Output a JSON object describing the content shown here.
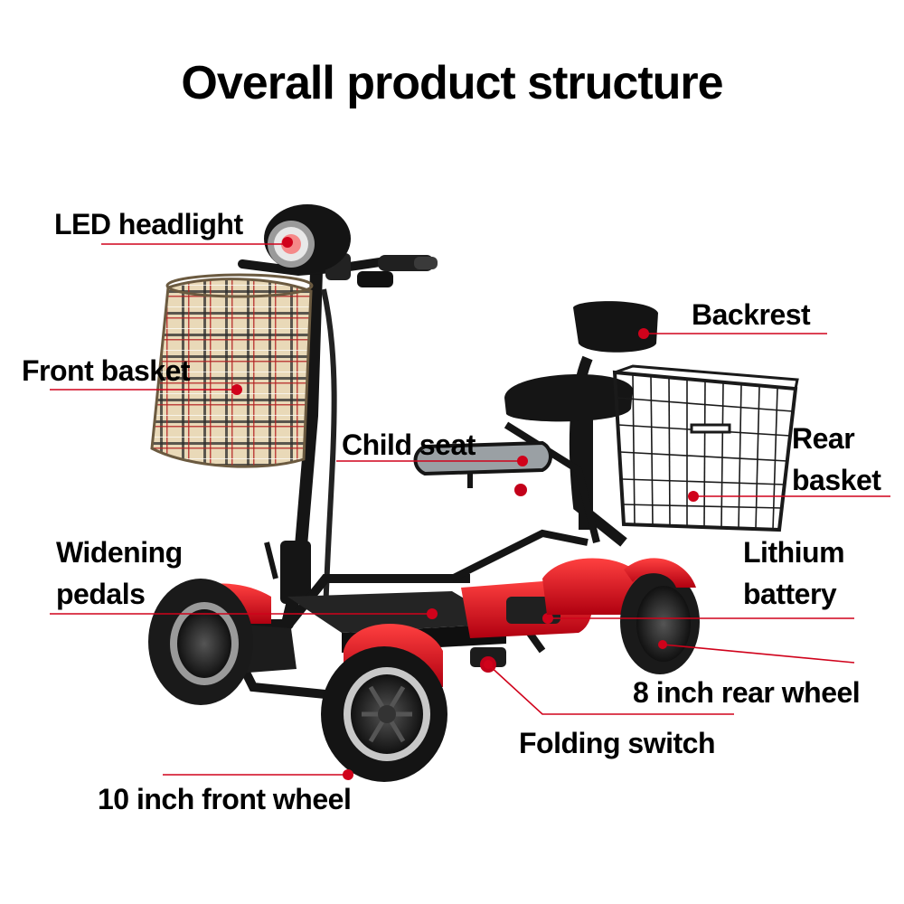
{
  "title": "Overall product structure",
  "labels": {
    "led_headlight": "LED headlight",
    "front_basket": "Front basket",
    "child_seat": "Child seat",
    "widening_pedals_1": "Widening",
    "widening_pedals_2": "pedals",
    "backrest": "Backrest",
    "rear_basket_1": "Rear",
    "rear_basket_2": "basket",
    "lithium_battery_1": "Lithium",
    "lithium_battery_2": "battery",
    "rear_wheel": "8 inch rear wheel",
    "folding_switch": "Folding switch",
    "front_wheel": "10 inch front wheel"
  },
  "colors": {
    "leader_line": "#d0021b",
    "frame": "#151515",
    "fender": "#d8141f",
    "tire": "#1a1a1a",
    "basket_fabric": "#e7d6b4"
  }
}
